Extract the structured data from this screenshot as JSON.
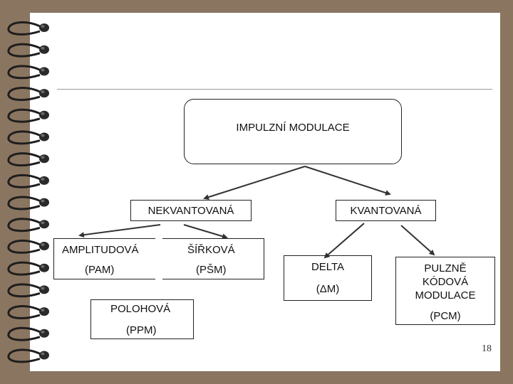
{
  "diagram": {
    "root": "IMPULZNÍ MODULACE",
    "unquantized": "NEKVANTOVANÁ",
    "quantized": "KVANTOVANÁ",
    "amplitude": {
      "name": "AMPLITUDOVÁ",
      "abbr": "(PAM)"
    },
    "width": {
      "name": "ŠÍŘKOVÁ",
      "abbr": "(PŠM)"
    },
    "position": {
      "name": "POLOHOVÁ",
      "abbr": "(PPM)"
    },
    "delta": {
      "name": "DELTA",
      "abbr": "(ΔM)"
    },
    "pcm": {
      "line1": "PULZNĚ",
      "line2": "KÓDOVÁ",
      "line3": "MODULACE",
      "abbr": "(PCM)"
    }
  },
  "page_number": "18"
}
